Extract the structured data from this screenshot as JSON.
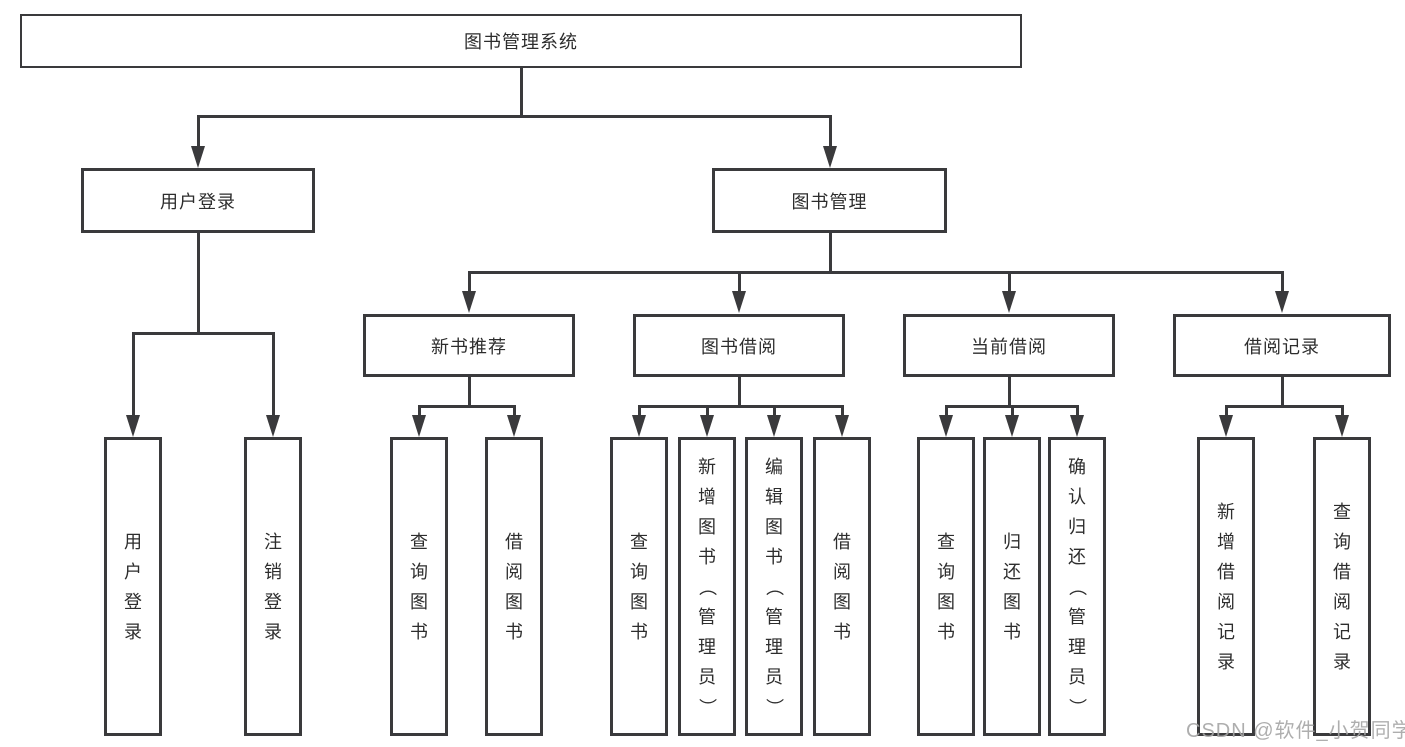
{
  "diagram": {
    "root": "图书管理系统",
    "user_login": "用户登录",
    "book_mgmt": "图书管理",
    "new_books": "新书推荐",
    "book_borrow": "图书借阅",
    "current_borrow": "当前借阅",
    "borrow_records": "借阅记录",
    "user_login_leaf": "用户登录",
    "logout": "注销登录",
    "nb_query_books": "查询图书",
    "nb_borrow_books": "借阅图书",
    "bw_query_books": "查询图书",
    "bw_add_books": "新增图书（管理员）",
    "bw_edit_books": "编辑图书（管理员）",
    "bw_borrow_books": "借阅图书",
    "cb_query_books": "查询图书",
    "cb_return_books": "归还图书",
    "cb_confirm_return": "确认归还（管理员）",
    "br_add_record": "新增借阅记录",
    "br_query_record": "查询借阅记录"
  },
  "watermark": "CSDN @软件_小贺同学",
  "colors": {
    "line": "#3a3a3c",
    "text": "#2d2d2d",
    "watermark": "#a6a6a6",
    "background": "#ffffff"
  }
}
